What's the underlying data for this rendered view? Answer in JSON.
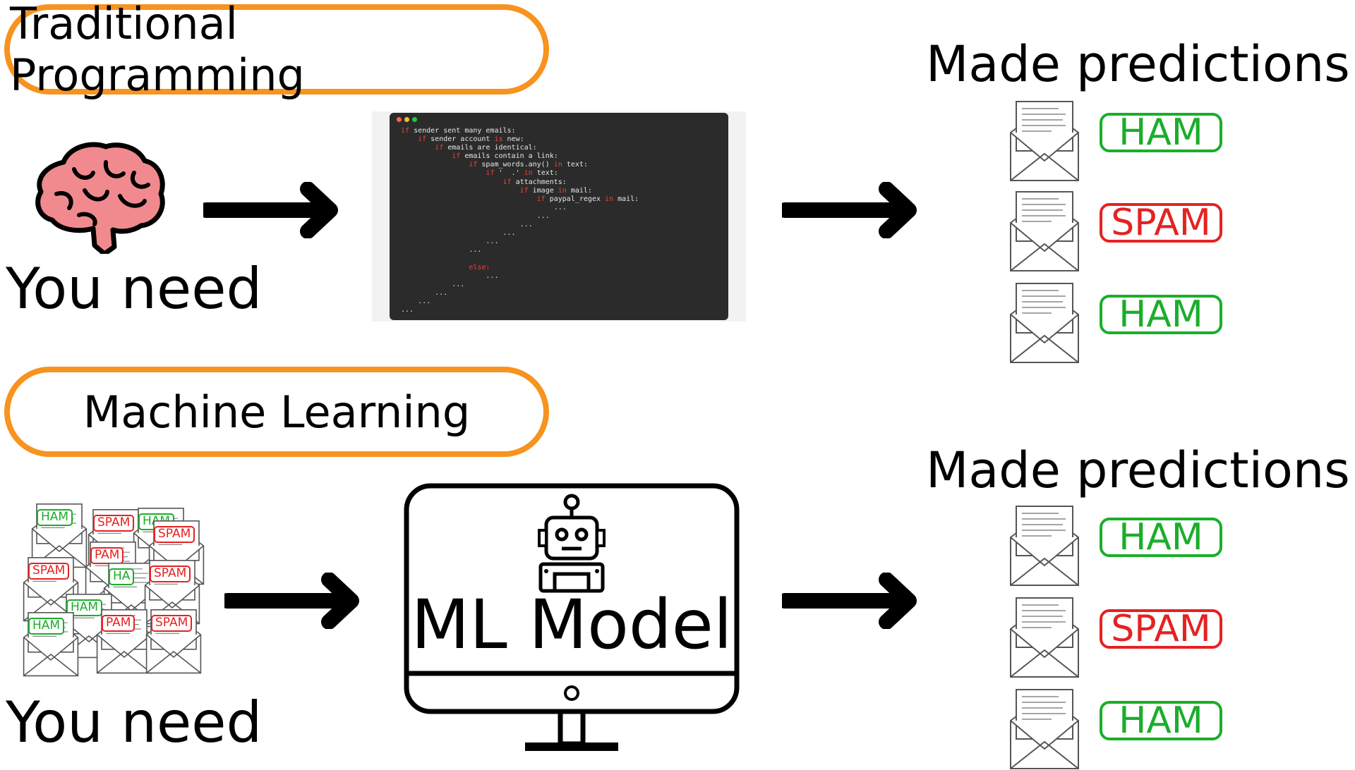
{
  "traditional": {
    "title": "Traditional Programming",
    "you_need": "You need",
    "code_lines": [
      [
        {
          "t": "if",
          "k": 1
        },
        {
          "t": " sender sent many emails:"
        }
      ],
      [
        {
          "t": "    "
        },
        {
          "t": "if",
          "k": 1
        },
        {
          "t": " sender account "
        },
        {
          "t": "is",
          "k": 1
        },
        {
          "t": " new:"
        }
      ],
      [
        {
          "t": "        "
        },
        {
          "t": "if",
          "k": 1
        },
        {
          "t": " emails are identical:"
        }
      ],
      [
        {
          "t": "            "
        },
        {
          "t": "if",
          "k": 1
        },
        {
          "t": " emails contain a link:"
        }
      ],
      [
        {
          "t": "                "
        },
        {
          "t": "if",
          "k": 1
        },
        {
          "t": " spam_words.any() "
        },
        {
          "t": "in",
          "k": 1
        },
        {
          "t": " text:"
        }
      ],
      [
        {
          "t": "                    "
        },
        {
          "t": "if",
          "k": 1
        },
        {
          "t": " '  .' "
        },
        {
          "t": "in",
          "k": 1
        },
        {
          "t": " text:"
        }
      ],
      [
        {
          "t": "                        "
        },
        {
          "t": "if",
          "k": 1
        },
        {
          "t": " attachments:"
        }
      ],
      [
        {
          "t": "                            "
        },
        {
          "t": "if",
          "k": 1
        },
        {
          "t": " image "
        },
        {
          "t": "in",
          "k": 1
        },
        {
          "t": " mail:"
        }
      ],
      [
        {
          "t": "                                "
        },
        {
          "t": "if",
          "k": 1
        },
        {
          "t": " paypal_regex "
        },
        {
          "t": "in",
          "k": 1
        },
        {
          "t": " mail:"
        }
      ],
      [
        {
          "t": "                                    ..."
        }
      ],
      [
        {
          "t": "                                ..."
        }
      ],
      [
        {
          "t": "                            ..."
        }
      ],
      [
        {
          "t": "                        ..."
        }
      ],
      [
        {
          "t": "                    ..."
        }
      ],
      [
        {
          "t": "                ..."
        }
      ],
      [
        {
          "t": ""
        }
      ],
      [
        {
          "t": "                "
        },
        {
          "t": "else:",
          "k": 1
        }
      ],
      [
        {
          "t": "                    ..."
        }
      ],
      [
        {
          "t": "            ..."
        }
      ],
      [
        {
          "t": "        ..."
        }
      ],
      [
        {
          "t": "    ..."
        }
      ],
      [
        {
          "t": "..."
        }
      ]
    ],
    "predictions_heading": "Made predictions",
    "predictions": [
      {
        "label": "HAM",
        "kind": "ham"
      },
      {
        "label": "SPAM",
        "kind": "spam"
      },
      {
        "label": "HAM",
        "kind": "ham"
      }
    ]
  },
  "ml": {
    "title": "Machine Learning",
    "you_need": "You need",
    "training_labels": [
      {
        "label": "HAM",
        "kind": "ham"
      },
      {
        "label": "SPAM",
        "kind": "spam"
      },
      {
        "label": "HAM",
        "kind": "ham"
      },
      {
        "label": "SPAM",
        "kind": "spam"
      },
      {
        "label": "PAM",
        "kind": "spam"
      },
      {
        "label": "SPAM",
        "kind": "spam"
      },
      {
        "label": "HA",
        "kind": "ham"
      },
      {
        "label": "SPAM",
        "kind": "spam"
      },
      {
        "label": "HAM",
        "kind": "ham"
      },
      {
        "label": "HAM",
        "kind": "ham"
      },
      {
        "label": "PAM",
        "kind": "spam"
      },
      {
        "label": "SPAM",
        "kind": "spam"
      }
    ],
    "model_label": "ML Model",
    "predictions_heading": "Made predictions",
    "predictions": [
      {
        "label": "HAM",
        "kind": "ham"
      },
      {
        "label": "SPAM",
        "kind": "spam"
      },
      {
        "label": "HAM",
        "kind": "ham"
      }
    ]
  },
  "colors": {
    "accent_orange": "#f7931e",
    "ham_green": "#1aae2a",
    "spam_red": "#e52222",
    "code_bg": "#2b2b2b",
    "brain_pink": "#f08a8e"
  },
  "icons": [
    "brain-icon",
    "arrow-right-icon",
    "envelope-icon",
    "robot-icon",
    "monitor-icon"
  ]
}
